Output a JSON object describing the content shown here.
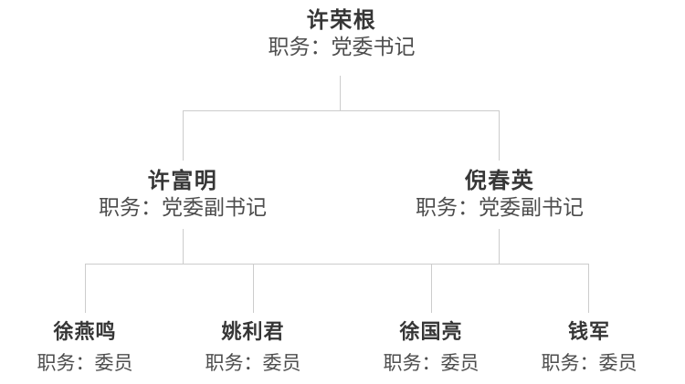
{
  "colors": {
    "background": "#ffffff",
    "line": "#cccccc",
    "name": "#363636",
    "title": "#4d4d4d"
  },
  "chart": {
    "type": "org-chart",
    "root": {
      "name": "许荣根",
      "title": "职务：党委书记"
    },
    "level2": [
      {
        "name": "许富明",
        "title": "职务：党委副书记"
      },
      {
        "name": "倪春英",
        "title": "职务：党委副书记"
      }
    ],
    "level3": [
      {
        "name": "徐燕鸣",
        "title": "职务：委员"
      },
      {
        "name": "姚利君",
        "title": "职务：委员"
      },
      {
        "name": "徐国亮",
        "title": "职务：委员"
      },
      {
        "name": "钱军",
        "title": "职务：委员"
      }
    ]
  }
}
